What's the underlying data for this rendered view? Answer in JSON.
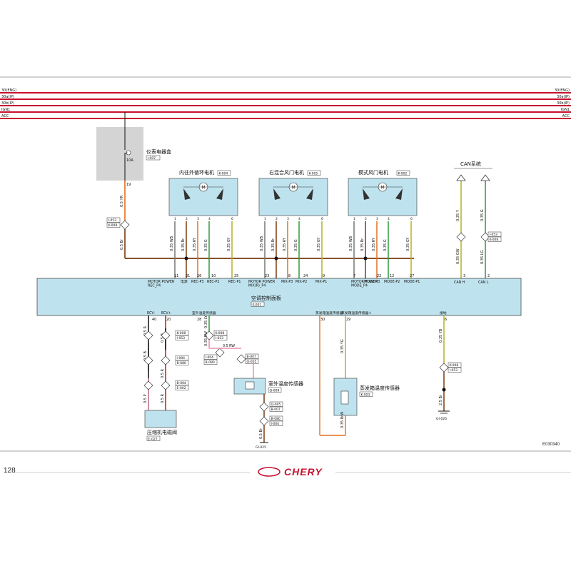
{
  "rails": [
    {
      "left": "30(ENG)",
      "right": "30(ENG)"
    },
    {
      "left": "30a(IP)",
      "right": "30a(IP)"
    },
    {
      "left": "30b(IP)",
      "right": "30b(IP)"
    },
    {
      "left": "IGN1",
      "right": "IGN1"
    },
    {
      "left": "ACC",
      "right": "ACC"
    }
  ],
  "fuse_box": {
    "title": "仪表电器盒",
    "code": "I-007",
    "fuse_id": "IF",
    "fuse_rating": "10A",
    "pin": "19"
  },
  "motors": [
    {
      "title": "内往外循环电机",
      "code": "K-004",
      "pins": [
        "1",
        "2",
        "3",
        "4",
        "6"
      ],
      "motor_label": "M"
    },
    {
      "title": "右混合风门电机",
      "code": "K-005",
      "pins": [
        "1",
        "2",
        "3",
        "4",
        "6"
      ],
      "motor_label": "M"
    },
    {
      "title": "模式风门电机",
      "code": "K-002",
      "pins": [
        "1",
        "2",
        "3",
        "4",
        "6"
      ],
      "motor_label": "M"
    }
  ],
  "wires": {
    "fuse_out": "0.5 YR",
    "after_connector": "0.5 Br",
    "motor1": [
      "0.35 WB",
      "0.35 Br",
      "0.35 RY",
      "0.35 G",
      "0.35 GY"
    ],
    "motor2": [
      "0.35 WB",
      "0.35 Br",
      "0.35 RY",
      "0.35 G",
      "0.35 GY"
    ],
    "motor3": [
      "0.35 WB",
      "0.35 Br",
      "0.35 RY",
      "0.35 G",
      "0.35 GY"
    ],
    "ecu_junction": "0.35 Br",
    "can_upper": [
      "0.35 Y",
      "0.35 G"
    ],
    "can_lower": [
      "0.35 GW",
      "0.35 LG"
    ],
    "ecv_minus": [
      "0.5 R",
      "0.5 B",
      "0.5 P"
    ],
    "ecv_plus": [
      "0.5 B",
      "0.5 R",
      "0.5 R"
    ],
    "ext_sensor": [
      "0.35 LY",
      "0.35 RW",
      "0.5 RW",
      "0.5 Br"
    ],
    "evap_sensor": [
      "0.35 YG",
      "0.35 BrW"
    ],
    "ground": [
      "0.35 YB",
      "2.5 Br"
    ]
  },
  "connectors": {
    "fuse": [
      "I-053",
      "K-008"
    ],
    "can": [
      "I-053",
      "K-008"
    ],
    "ecv_minus_1": [
      "K-008",
      "I-053"
    ],
    "ecv_minus_2": [
      "I-004",
      "B-080"
    ],
    "ecv_minus_3": [
      "B-004",
      "E-002"
    ],
    "ext_1": [
      "K-008",
      "I-053"
    ],
    "ext_2": [
      "B-007",
      "Q-005"
    ],
    "ext_inline": [
      "I-004",
      "B-080"
    ],
    "ext_3": [
      "Q-005",
      "B-007"
    ],
    "ext_4": [
      "B-080",
      "I-004"
    ],
    "ground_conn": [
      "K-008",
      "I-053"
    ]
  },
  "can_system": {
    "title": "CAN系统",
    "labels": [
      "CAN H",
      "CAN L"
    ],
    "pins": [
      "3",
      "2"
    ]
  },
  "ecu": {
    "title": "空调控制面板",
    "code": "K-001",
    "top_pins": [
      {
        "pin": "11",
        "label": "MOTOR POWER\nREC_P4"
      },
      {
        "pin": "31",
        "label": "电源"
      },
      {
        "pin": "26",
        "label": "REC-P3"
      },
      {
        "pin": "10",
        "label": "REC-P2"
      },
      {
        "pin": "25",
        "label": "REC-P1"
      },
      {
        "pin": "23",
        "label": "MOTOR POWER\nMIX(R)_P4"
      },
      {
        "pin": "8",
        "label": "MIX-P3"
      },
      {
        "pin": "24",
        "label": "MIX-P2"
      },
      {
        "pin": "9",
        "label": "MIX-P1"
      },
      {
        "pin": "7",
        "label": "MOTOR POWER\nMODE_P4"
      },
      {
        "pin": "22",
        "label": "MODE-P3"
      },
      {
        "pin": "12",
        "label": "MODE-P2"
      },
      {
        "pin": "27",
        "label": "MODE-P1"
      }
    ],
    "bottom_pins": [
      {
        "label": "ECV-",
        "pin": "40"
      },
      {
        "label": "ECV+",
        "pin": "20"
      },
      {
        "label": "室外温度传感器",
        "pin": "28"
      },
      {
        "label": "蒸发箱温度传感器-",
        "pin": "30"
      },
      {
        "label": "蒸发箱温度传感器+",
        "pin": "29"
      },
      {
        "label": "接地",
        "pin": "6"
      }
    ]
  },
  "components": {
    "compressor": {
      "title": "压缩机电磁阀",
      "code": "E-027"
    },
    "outdoor_sensor": {
      "title": "室外温度传感器",
      "code": "Q-009"
    },
    "evap_sensor": {
      "title": "蒸发箱温度传感器",
      "code": "K-003"
    }
  },
  "grounds": [
    "GI-025",
    "GI-026"
  ],
  "diagram_code": "E030340",
  "page_number": "128",
  "brand": "CHERY",
  "colors": {
    "rail": "#c8102e",
    "ecu_fill": "#bfe3ee",
    "box_fill": "#d4d4d4",
    "brown": "#7a3a10",
    "orange": "#e07020",
    "green": "#2e9a3a",
    "yellow_green": "#b8b020",
    "red": "#d01010",
    "pink": "#e890a8"
  }
}
